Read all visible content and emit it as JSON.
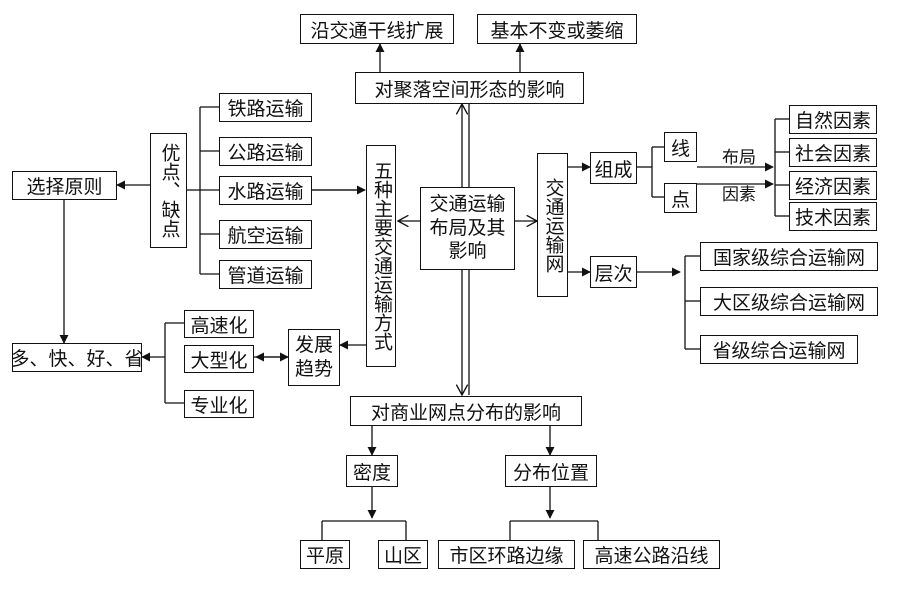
{
  "top": {
    "settlement_effect": "对聚落空间形态的影响",
    "along_trunk": "沿交通干线扩展",
    "unchanged_shrink": "基本不变或萎缩"
  },
  "center": {
    "label": "交通运输布局及其影响"
  },
  "modes": {
    "title": "五种主要交通运输方式",
    "items": [
      "铁路运输",
      "公路运输",
      "水路运输",
      "航空运输",
      "管道运输"
    ],
    "pros_cons": "优点、缺点",
    "selection": "选择原则",
    "principle": "多、快、好、省"
  },
  "trend": {
    "label": "发展趋势",
    "items": [
      "高速化",
      "大型化",
      "专业化"
    ]
  },
  "network": {
    "title": "交通运输网",
    "composition": "组成",
    "line": "线",
    "point": "点",
    "layout_label": "布局",
    "factor_label": "因素",
    "factors": [
      "自然因素",
      "社会因素",
      "经济因素",
      "技术因素"
    ],
    "levels": "层次",
    "level_items": [
      "国家级综合运输网",
      "大区级综合运输网",
      "省级综合运输网"
    ]
  },
  "commerce": {
    "title": "对商业网点分布的影响",
    "density": "密度",
    "density_items": [
      "平原",
      "山区"
    ],
    "position": "分布位置",
    "position_items": [
      "市区环路边缘",
      "高速公路沿线"
    ]
  }
}
